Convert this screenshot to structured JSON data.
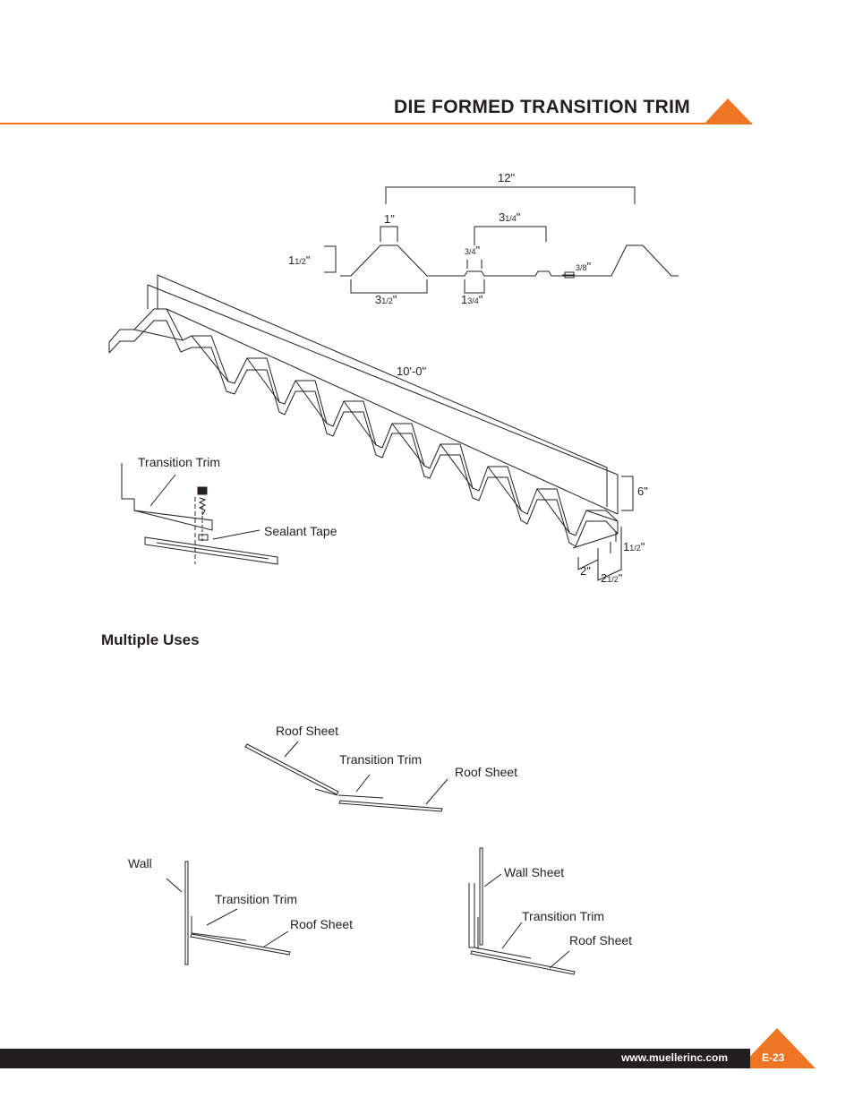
{
  "header": {
    "title": "DIE FORMED TRANSITION TRIM",
    "accent_color": "#ee7623"
  },
  "profile_dimensions": {
    "overall_width": "12\"",
    "rib_top": "1\"",
    "rib_spacing": "3",
    "rib_spacing_frac": "1/4",
    "rib_height": "1",
    "rib_height_frac": "1/2",
    "rib_base": "3",
    "rib_base_frac": "1/2",
    "minor_rib_top_frac": "3/4",
    "minor_rib_base": "1",
    "minor_rib_base_frac": "3/4",
    "minor_rib_height_frac": "3/8"
  },
  "trim_dimensions": {
    "length": "10'-0\"",
    "height": "6\"",
    "flange": "1",
    "flange_frac": "1/2",
    "lip": "2\"",
    "return": "2",
    "return_frac": "1/2"
  },
  "detail_labels": {
    "transition_trim": "Transition Trim",
    "sealant_tape": "Sealant Tape"
  },
  "section": {
    "heading": "Multiple Uses"
  },
  "uses": {
    "roof_to_roof": {
      "upper_roof": "Roof Sheet",
      "trim": "Transition Trim",
      "lower_roof": "Roof Sheet"
    },
    "wall_to_roof": {
      "wall": "Wall",
      "trim": "Transition Trim",
      "roof": "Roof Sheet"
    },
    "wall_sheet_to_roof": {
      "wall": "Wall Sheet",
      "trim": "Transition Trim",
      "roof": "Roof Sheet"
    }
  },
  "footer": {
    "url": "www.muellerinc.com",
    "page": "E-23",
    "bar_color": "#231f20"
  }
}
